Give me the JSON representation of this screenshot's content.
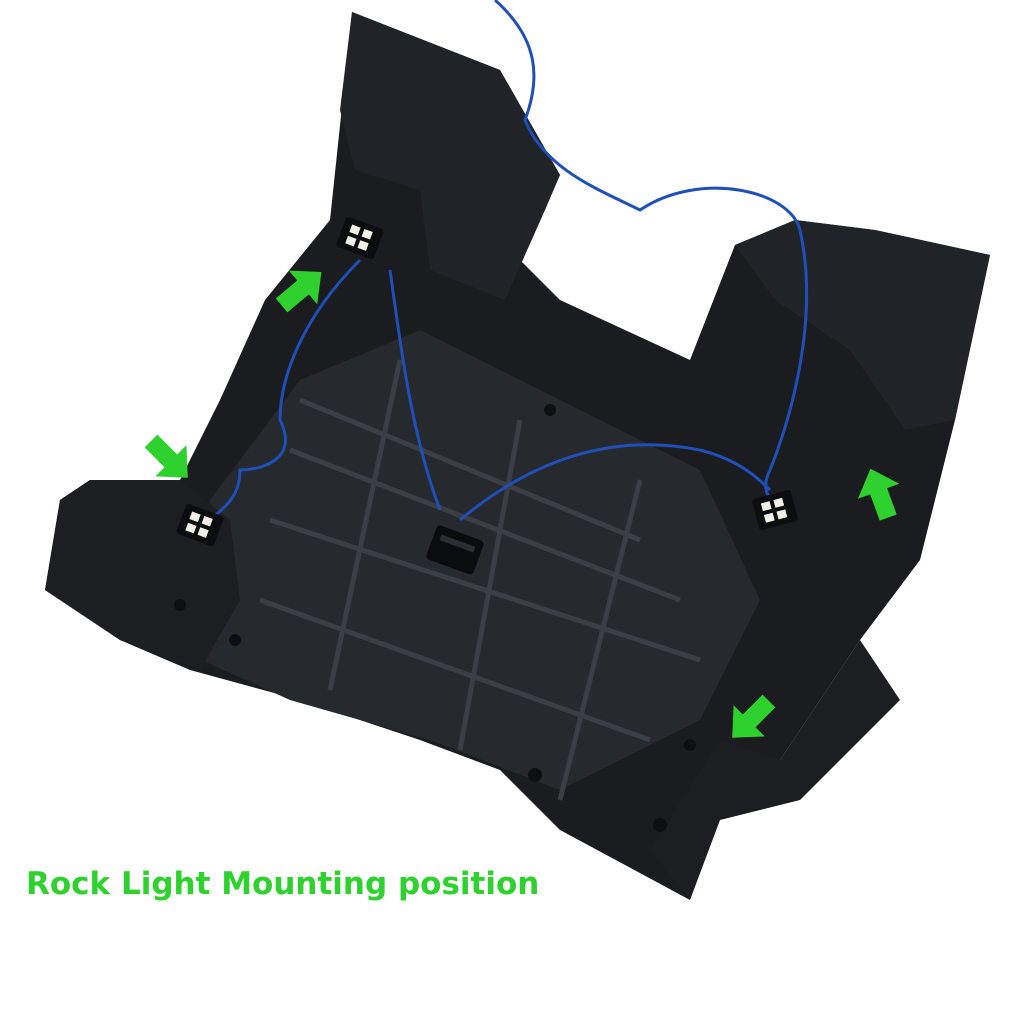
{
  "caption": {
    "text": "Rock Light Mounting position"
  },
  "colors": {
    "background": "#ffffff",
    "accent_green": "#2ed12e",
    "plastic_dark": "#151719",
    "plastic_mid": "#23262a",
    "plastic_light": "#34383d",
    "wire_blue": "#1f4fb8",
    "led_white": "#f2efe6"
  },
  "markers": [
    {
      "name": "marker-arrow-top-left",
      "points_to": "rock-light-top-left"
    },
    {
      "name": "marker-arrow-left",
      "points_to": "rock-light-left"
    },
    {
      "name": "marker-arrow-right",
      "points_to": "rock-light-right"
    },
    {
      "name": "marker-arrow-bottom-right",
      "points_to": "mounting-position-bottom-right"
    }
  ],
  "icons": [
    "arrow-icon",
    "led-icon",
    "connector-icon"
  ]
}
